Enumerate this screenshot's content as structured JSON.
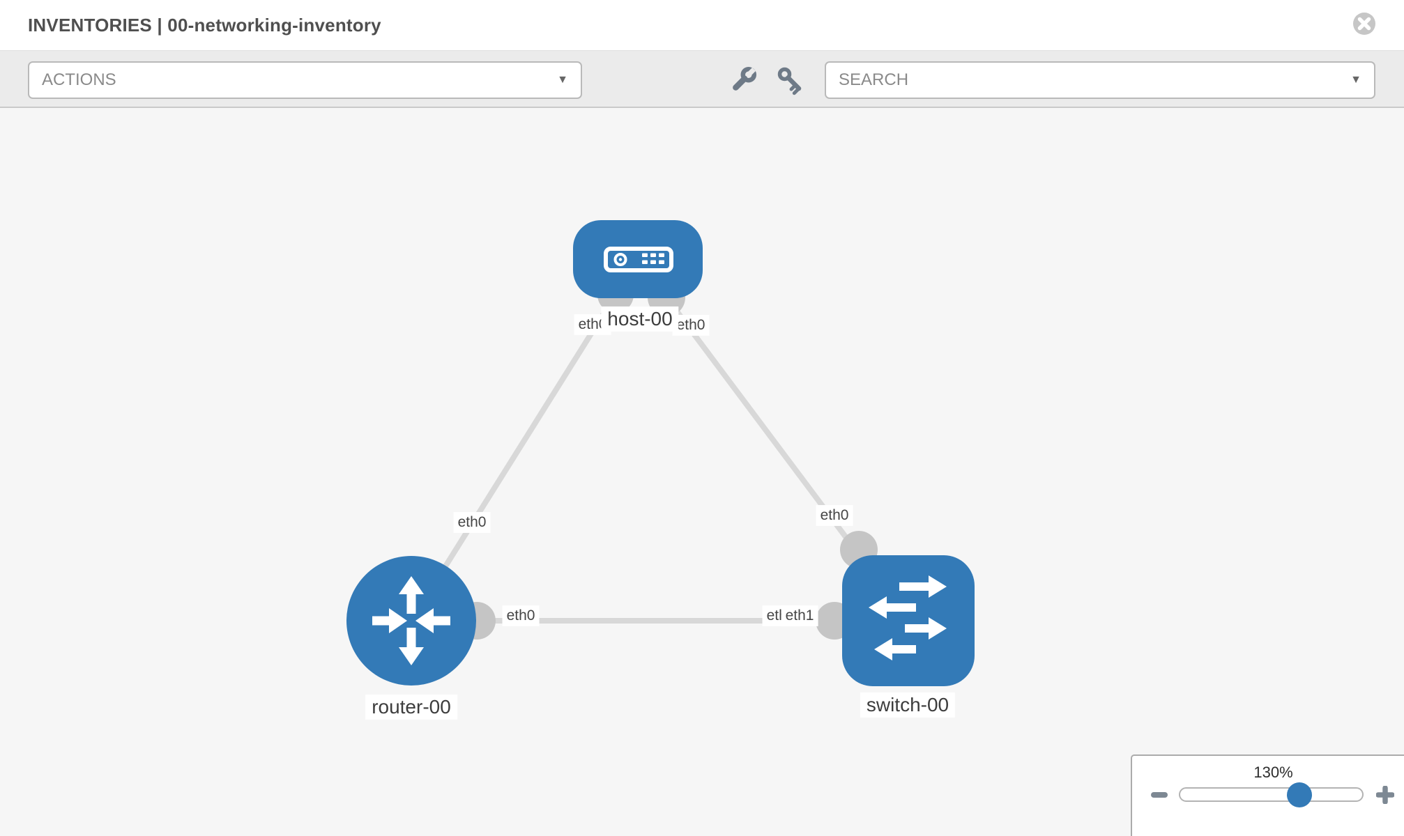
{
  "header": {
    "title": "INVENTORIES | 00-networking-inventory"
  },
  "toolbar": {
    "actions_label": "ACTIONS",
    "search_label": "SEARCH",
    "caret_icon": "▼"
  },
  "topology": {
    "nodes": [
      {
        "id": "host-00",
        "type": "host",
        "label": "host-00",
        "icon": "server-icon"
      },
      {
        "id": "router-00",
        "type": "router",
        "label": "router-00",
        "icon": "router-arrows-icon"
      },
      {
        "id": "switch-00",
        "type": "switch",
        "label": "switch-00",
        "icon": "switch-arrows-icon"
      }
    ],
    "links": [
      {
        "from": "host-00",
        "to": "router-00",
        "from_interface": "eth0",
        "to_interface": "eth0"
      },
      {
        "from": "host-00",
        "to": "switch-00",
        "from_interface": "eth0",
        "to_interface": "eth0"
      },
      {
        "from": "router-00",
        "to": "switch-00",
        "from_interface": "eth0",
        "to_interface": "eth1",
        "overlapped_interface_label": "eth0"
      }
    ]
  },
  "zoom_control": {
    "level": "130%"
  },
  "icons": {
    "close": "close-icon",
    "wrench": "wrench-icon",
    "key": "key-icon",
    "dropdown_caret": "chevron-down-icon",
    "host_node": "server-icon",
    "router_node": "router-arrows-icon",
    "switch_node": "switch-arrows-icon",
    "zoom_out": "minus-icon",
    "zoom_in": "plus-icon"
  },
  "colors": {
    "node_blue": "#337ab7",
    "interface_bubble_gray": "#c5c5c5",
    "edge_gray": "#d8d8d8",
    "toolbar_icon_gray": "#6e7a87",
    "close_icon_gray": "#c6c6c6",
    "slider_thumb_blue": "#337ab7",
    "canvas_background": "#f6f6f6"
  }
}
